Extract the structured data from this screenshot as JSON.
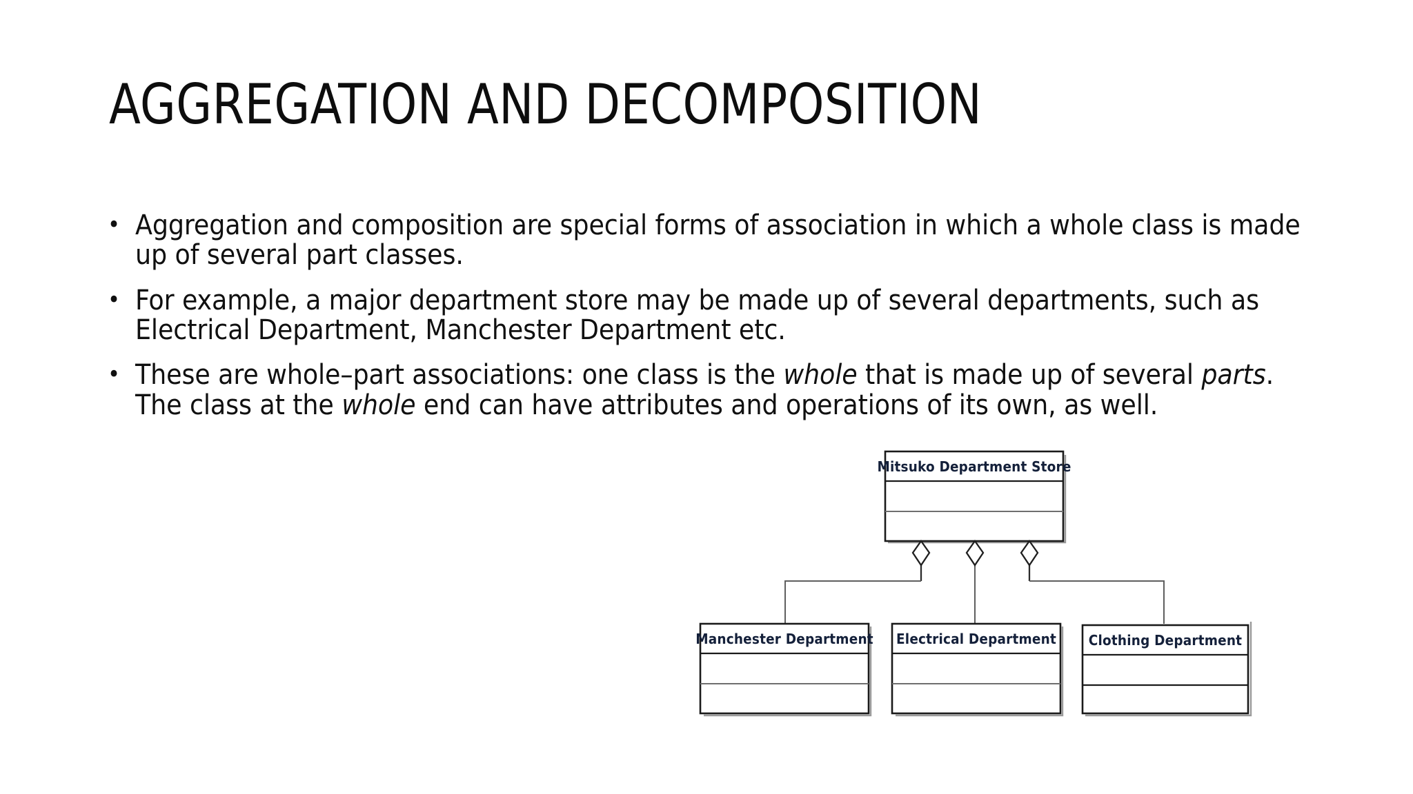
{
  "slide": {
    "title": "AGGREGATION AND DECOMPOSITION",
    "background_color": "#ffffff",
    "text_color": "#101010"
  },
  "bullets": [
    {
      "marker": "•",
      "segments": [
        {
          "text": "Aggregation and composition are special forms of association in which a whole class is made up of several part classes.",
          "style": "normal"
        }
      ],
      "plain": "Aggregation and composition are special forms of association in which a whole class is made up of several part classes."
    },
    {
      "marker": "•",
      "segments": [
        {
          "text": " For example, a major department store may be made up of several departments, such as Electrical Department, Manchester Department etc.",
          "style": "normal"
        }
      ],
      "plain": " For example, a major department store may be made up of several departments, such as Electrical Department, Manchester Department etc."
    },
    {
      "marker": "•",
      "segments": [
        {
          "text": "These are whole–part associations: one class is the ",
          "style": "normal"
        },
        {
          "text": "whole",
          "style": "italic"
        },
        {
          "text": " that is made up of several ",
          "style": "normal"
        },
        {
          "text": "parts",
          "style": "italic"
        },
        {
          "text": ". The class at the ",
          "style": "normal"
        },
        {
          "text": "whole",
          "style": "italic"
        },
        {
          "text": " end can have attributes and operations of its own, as well.",
          "style": "normal"
        }
      ],
      "plain": "These are whole–part associations: one class is the whole that is made up of several parts. The class at the whole end can have attributes and operations of its own, as well."
    }
  ],
  "diagram": {
    "type": "uml-class-aggregation",
    "relationship": "aggregation",
    "whole": {
      "name": "Mitsuko Department Store",
      "attributes_compartment": "",
      "operations_compartment": ""
    },
    "parts": [
      {
        "name": "Manchester Department",
        "attributes_compartment": "",
        "operations_compartment": ""
      },
      {
        "name": "Electrical Department",
        "attributes_compartment": "",
        "operations_compartment": ""
      },
      {
        "name": "Clothing Department",
        "attributes_compartment": "",
        "operations_compartment": ""
      }
    ],
    "colors": {
      "box_fill": "#ffffff",
      "box_stroke": "#1a1a1a",
      "class_name_text": "#14203a",
      "connector": "#2b2b2b",
      "diamond_fill": "#ffffff"
    },
    "connector_count": 3,
    "diamond_shape": "hollow-diamond"
  }
}
